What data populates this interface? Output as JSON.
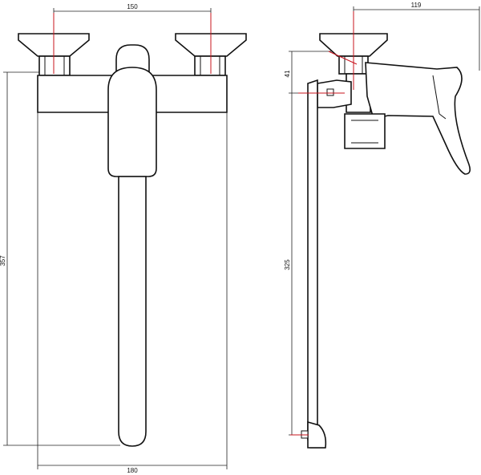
{
  "drawing": {
    "front_view": {
      "dim_top": "150",
      "dim_left": "357",
      "dim_bottom": "180"
    },
    "side_view": {
      "dim_top": "119",
      "dim_spout_height": "41",
      "dim_length": "325"
    },
    "colors": {
      "outline": "#111111",
      "centerline": "#c8141e"
    }
  }
}
